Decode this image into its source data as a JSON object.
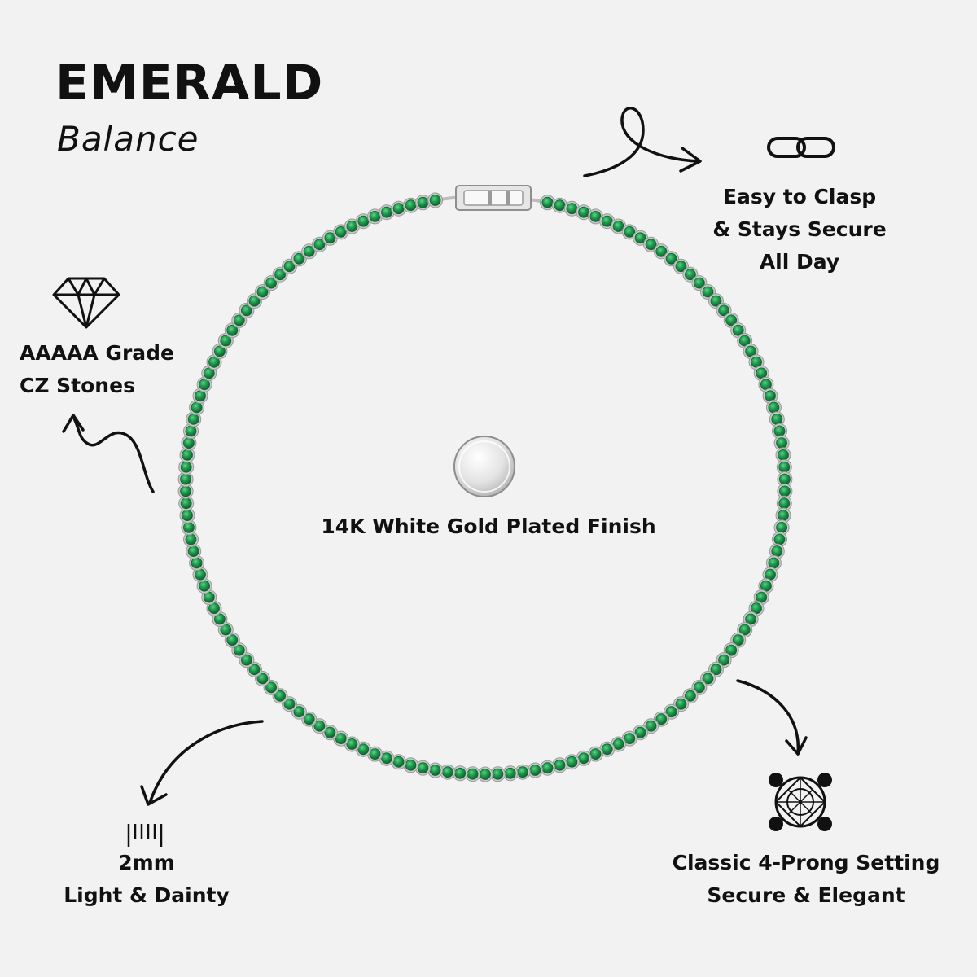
{
  "header": {
    "title": "EMERALD",
    "subtitle": "Balance"
  },
  "features": {
    "clasp": {
      "icon": "chain-link-icon",
      "lines": [
        "Easy to Clasp",
        "& Stays Secure",
        "All Day"
      ]
    },
    "stones": {
      "icon": "diamond-icon",
      "lines": [
        "AAAAA Grade",
        "CZ Stones"
      ]
    },
    "finish": {
      "icon": "silver-disc-icon",
      "label": "14K White Gold Plated Finish"
    },
    "width": {
      "icon": "ruler-icon",
      "lines": [
        "2mm",
        "Light & Dainty"
      ]
    },
    "setting": {
      "icon": "four-prong-setting-icon",
      "lines": [
        "Classic 4-Prong Setting",
        "Secure & Elegant"
      ]
    }
  },
  "colors": {
    "background": "#f2f2f2",
    "emerald": "#1f9a4c",
    "emerald_dark": "#0e6a33",
    "silver": "#c9c9c9",
    "text": "#111111"
  }
}
